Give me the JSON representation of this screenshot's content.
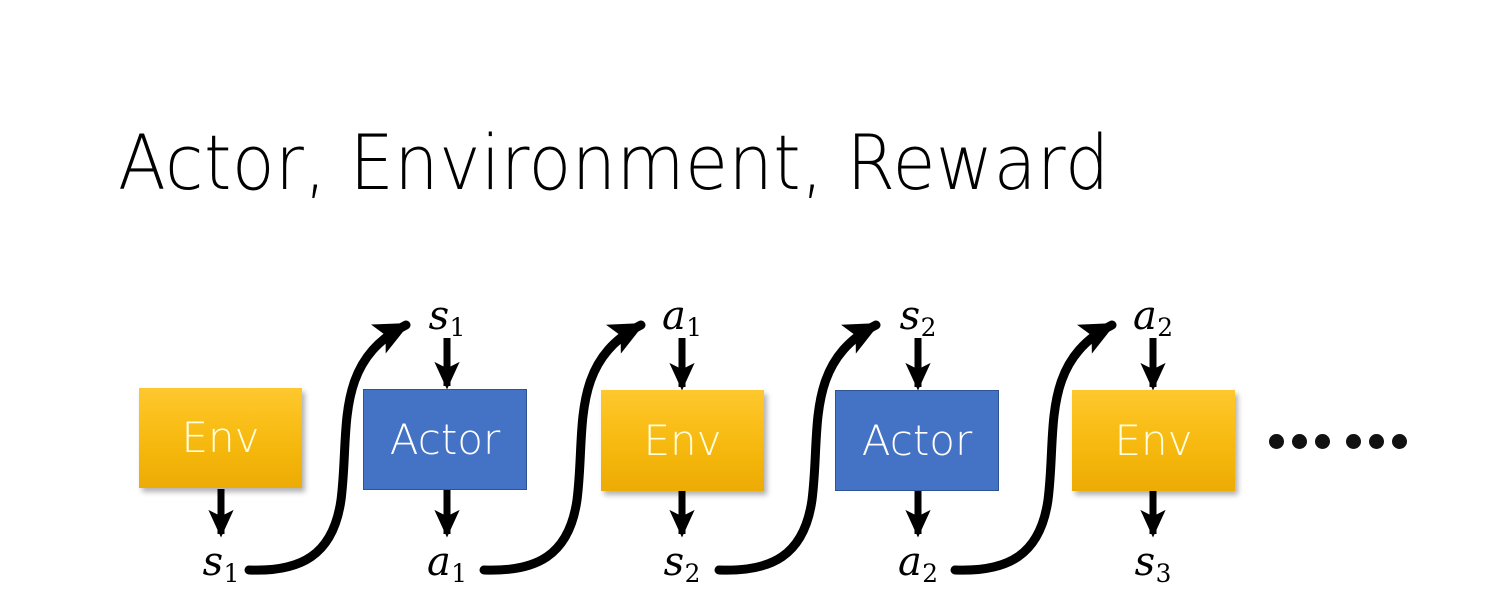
{
  "slide": {
    "title": "Actor, Environment, Reward",
    "background_color": "#ffffff"
  },
  "colors": {
    "env_fill_top": "#FDC82F",
    "env_fill_bottom": "#EDAB05",
    "env_text": "#FFFFDF",
    "actor_fill": "#4472C4",
    "actor_border": "#2F5496",
    "actor_text": "#FFFFFF",
    "arrow": "#000000",
    "title_text": "#000000"
  },
  "diagram": {
    "type": "sequence-chain",
    "columns": [
      {
        "id": "col-1",
        "box_label": "Env",
        "box_kind": "env",
        "top_label": null,
        "top_label_sub": null,
        "bottom_label": "s",
        "bottom_label_sub": "1"
      },
      {
        "id": "col-2",
        "box_label": "Actor",
        "box_kind": "actor",
        "top_label": "s",
        "top_label_sub": "1",
        "bottom_label": "a",
        "bottom_label_sub": "1"
      },
      {
        "id": "col-3",
        "box_label": "Env",
        "box_kind": "env",
        "top_label": "a",
        "top_label_sub": "1",
        "bottom_label": "s",
        "bottom_label_sub": "2"
      },
      {
        "id": "col-4",
        "box_label": "Actor",
        "box_kind": "actor",
        "top_label": "s",
        "top_label_sub": "2",
        "bottom_label": "a",
        "bottom_label_sub": "2"
      },
      {
        "id": "col-5",
        "box_label": "Env",
        "box_kind": "env",
        "top_label": "a",
        "top_label_sub": "2",
        "bottom_label": "s",
        "bottom_label_sub": "3"
      }
    ],
    "continuation": {
      "glyph": "……",
      "dot_count": 6
    }
  }
}
